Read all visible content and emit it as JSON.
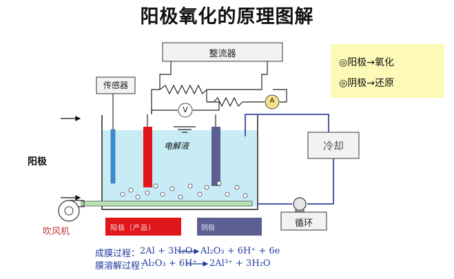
{
  "title": "阳极氧化的原理图解",
  "rectifier_label": "整流器",
  "sensor_label": "传感器",
  "electrolyte_label": "电解液",
  "cooling_label": "冷却",
  "circulation_label": "循环",
  "blower_label": "吹风机",
  "anode_side_label": "阳极",
  "voltmeter_symbol": "V",
  "ammeter_symbol": "A",
  "anode_bar_label": "阳极（产品）",
  "cathode_bar_label": "阴极",
  "legend": {
    "items": [
      "◎阳极→氧化",
      "◎阴极→还原"
    ]
  },
  "formulas": {
    "film_formation_label": "成膜过程：",
    "film_dissolution_label": "膜溶解过程：",
    "film_formation": {
      "lhs": "2Al + 3H₂O",
      "rhs": "Al₂O₃ + 6H⁺ + 6e"
    },
    "film_dissolution": {
      "lhs": "Al₂O₃ + 6H⁺",
      "rhs": "2Al³⁺ + 3H₂O"
    }
  },
  "colors": {
    "anode": "#e0161b",
    "cathode": "#5c5f91",
    "electrolyte": "#c8ecf5",
    "sensor_probe": "#3a8fd4",
    "legend_bg": "#fdf9b6"
  }
}
